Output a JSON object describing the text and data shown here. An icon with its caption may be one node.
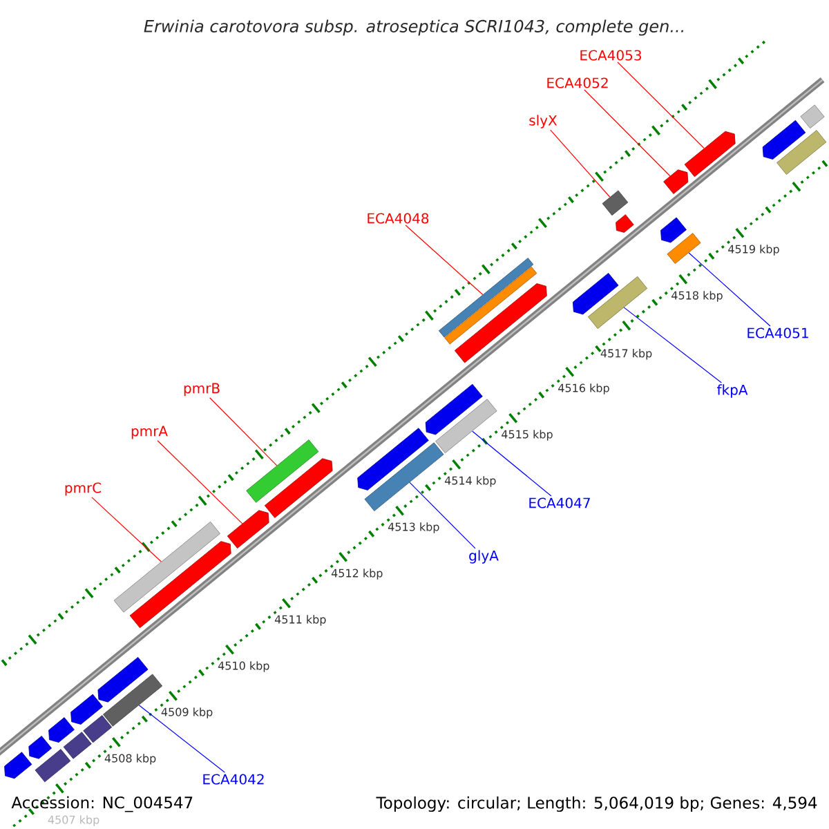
{
  "diagram": {
    "title": "Erwinia carotovora subsp. atroseptica SCRI1043, complete gen...",
    "nodes": [
      {
        "text": [
          "ECA4053"
        ]
      },
      {
        "text": [
          "ECA4052"
        ]
      },
      {
        "text": [
          "slyX"
        ]
      },
      {
        "text": [
          "ECA4048"
        ]
      },
      {
        "text": [
          "ECA4051"
        ]
      },
      {
        "text": [
          "fkpA"
        ]
      },
      {
        "text": [
          "pmrB"
        ]
      },
      {
        "text": [
          "pmrA"
        ]
      },
      {
        "text": [
          "pmrC"
        ]
      },
      {
        "text": [
          "ECA4047"
        ]
      },
      {
        "text": [
          "glyA"
        ]
      },
      {
        "text": [
          "ECA4042"
        ]
      },
      {
        "text": [],
        "shape": "bar"
      },
      {
        "text": [],
        "shape": "bar"
      },
      {
        "text": [],
        "shape": "bar"
      },
      {
        "text": [],
        "shape": "bar"
      },
      {
        "text": [],
        "shape": "bar"
      },
      {
        "text": [],
        "shape": "bar"
      },
      {
        "text": [],
        "shape": "bar"
      },
      {
        "text": [],
        "shape": "bar"
      },
      {
        "text": [],
        "shape": "bar"
      },
      {
        "text": [],
        "shape": "bar"
      },
      {
        "text": [],
        "shape": "bar"
      },
      {
        "text": [],
        "shape": "bar"
      },
      {
        "text": [],
        "shape": "bar"
      },
      {
        "text": [],
        "shape": "bar"
      },
      {
        "text": [],
        "shape": "bar"
      },
      {
        "text": [],
        "shape": "bar"
      },
      {
        "text": [],
        "shape": "bar"
      },
      {
        "text": [],
        "shape": "bar"
      },
      {
        "text": [],
        "shape": "bar"
      },
      {
        "text": [],
        "shape": "bar"
      },
      {
        "text": [],
        "shape": "bar"
      },
      {
        "text": [],
        "shape": "bar"
      },
      {
        "text": [],
        "shape": "bar"
      },
      {
        "text": [],
        "shape": "bar"
      },
      {
        "text": [],
        "shape": "bar"
      },
      {
        "text": [],
        "shape": "bar"
      },
      {
        "text": [],
        "shape": "bar"
      },
      {
        "text": [],
        "shape": "bar"
      },
      {
        "text": [],
        "shape": "bar"
      },
      {
        "text": [],
        "shape": "bar"
      },
      {
        "text": [],
        "shape": "bar"
      },
      {
        "text": [],
        "shape": "bar"
      }
    ],
    "edges": [
      {
        "from": 0,
        "to": 40,
        "arrow": "none",
        "color": "#ff0000"
      },
      {
        "from": 1,
        "to": 39,
        "arrow": "none",
        "color": "#ff0000"
      },
      {
        "from": 2,
        "to": 36,
        "arrow": "none",
        "color": "#ff0000"
      },
      {
        "from": 3,
        "to": 30,
        "arrow": "none",
        "color": "#ff0000"
      },
      {
        "from": 4,
        "to": 37,
        "arrow": "none",
        "color": "#0000ff"
      },
      {
        "from": 5,
        "to": 34,
        "arrow": "none",
        "color": "#0000ff"
      },
      {
        "from": 6,
        "to": 24,
        "arrow": "none",
        "color": "#ff0000"
      },
      {
        "from": 7,
        "to": 23,
        "arrow": "none",
        "color": "#ff0000"
      },
      {
        "from": 8,
        "to": 21,
        "arrow": "none",
        "color": "#ff0000"
      },
      {
        "from": 9,
        "to": 28,
        "arrow": "none",
        "color": "#0000ff"
      },
      {
        "from": 10,
        "to": 26,
        "arrow": "none",
        "color": "#0000ff"
      },
      {
        "from": 11,
        "to": 19,
        "arrow": "none",
        "color": "#0000ff"
      }
    ],
    "labels": [
      "4519 kbp",
      "4518 kbp",
      "4517 kbp",
      "4516 kbp",
      "4515 kbp",
      "4514 kbp",
      "4513 kbp",
      "4512 kbp",
      "4511 kbp",
      "4510 kbp",
      "4509 kbp",
      "4508 kbp",
      "Accession: NC_004547",
      "Topology: circular; Length: 5,064,019 bp; Genes: 4,594",
      "4507 kbp"
    ]
  }
}
